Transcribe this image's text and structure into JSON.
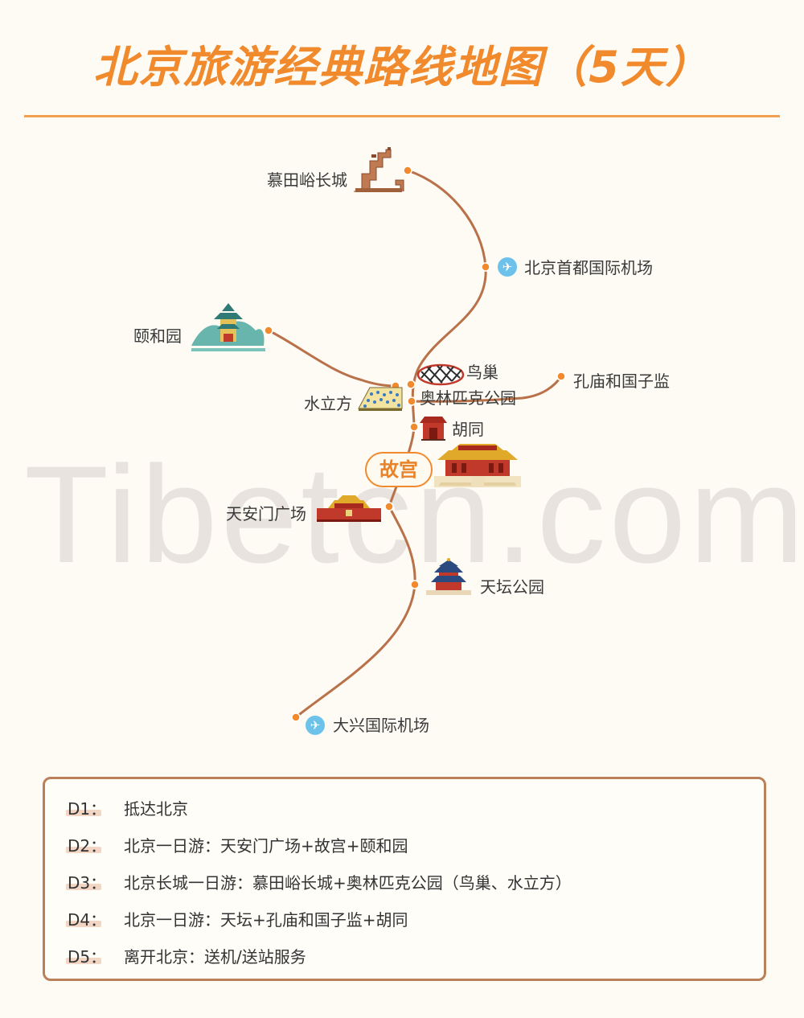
{
  "title": "北京旅游经典路线地图（5天）",
  "watermark": "Tibetcn.com",
  "places": {
    "mutianyu": "慕田峪长城",
    "capital_airport": "北京首都国际机场",
    "summer_palace": "颐和园",
    "birds_nest": "鸟巢",
    "water_cube": "水立方",
    "olympic_park": "奥林匹克公园",
    "confucius_temple": "孔庙和国子监",
    "hutong": "胡同",
    "forbidden_city": "故宫",
    "tiananmen": "天安门广场",
    "temple_of_heaven": "天坛公园",
    "daxing_airport": "大兴国际机场"
  },
  "itinerary": [
    {
      "day": "D1：",
      "text": "抵达北京"
    },
    {
      "day": "D2：",
      "text": "北京一日游：天安门广场+故宫+颐和园"
    },
    {
      "day": "D3：",
      "text": "北京长城一日游：慕田峪长城+奥林匹克公园（鸟巢、水立方）"
    },
    {
      "day": "D4：",
      "text": "北京一日游：天坛+孔庙和国子监+胡同"
    },
    {
      "day": "D5：",
      "text": "离开北京：送机/送站服务"
    }
  ],
  "colors": {
    "title": "#f08a2c",
    "route": "#b9714a",
    "dot": "#f08a2c",
    "airport_icon": "#6cc2ea"
  },
  "icons": {
    "airport": "airplane-icon",
    "great_wall": "great-wall-icon",
    "summer_palace": "pagoda-icon",
    "birds_nest": "stadium-icon",
    "water_cube": "cube-icon",
    "hutong": "gate-icon",
    "forbidden_city": "palace-icon",
    "tiananmen": "tiananmen-icon",
    "temple_of_heaven": "temple-icon"
  }
}
